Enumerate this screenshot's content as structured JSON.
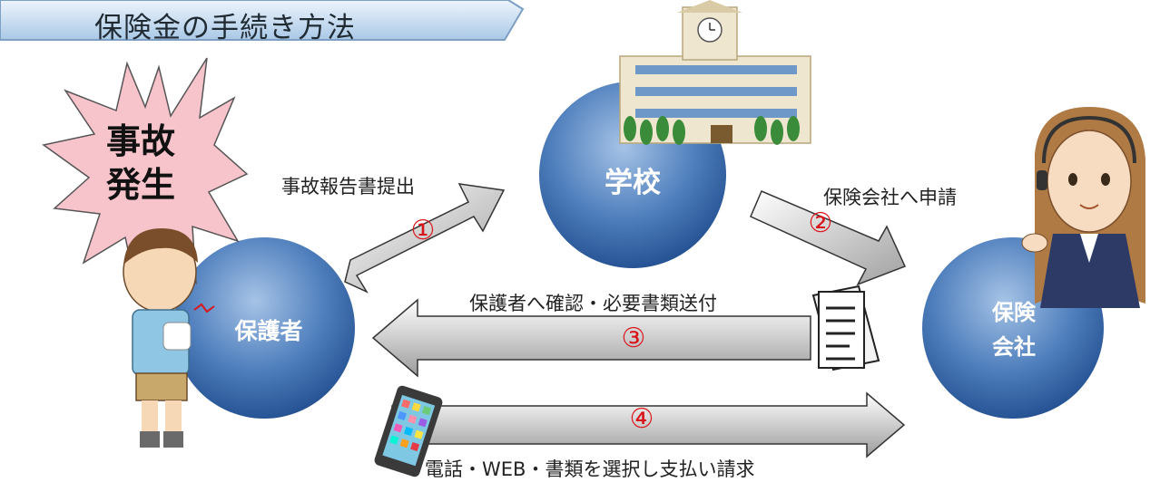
{
  "title": "保険金の手続き方法",
  "burst": {
    "line1": "事故",
    "line2": "発生"
  },
  "nodes": {
    "parent": "保護者",
    "school": "学校",
    "insurer_line1": "保険",
    "insurer_line2": "会社"
  },
  "steps": [
    {
      "number": "①",
      "label": "事故報告書提出"
    },
    {
      "number": "②",
      "label": "保険会社へ申請"
    },
    {
      "number": "③",
      "label": "保護者へ確認・必要書類送付"
    },
    {
      "number": "④",
      "label": "電話・WEB・書類を選択し支払い請求"
    }
  ],
  "colors": {
    "banner_light": "#e3effa",
    "banner_dark": "#8fb6da",
    "circle_light": "#7fa8d6",
    "circle_dark": "#1f4f8f",
    "arrow_light": "#f2f2f2",
    "arrow_dark": "#9a9a9a",
    "burst": "#f8c9d0",
    "number": "#d9141a"
  }
}
